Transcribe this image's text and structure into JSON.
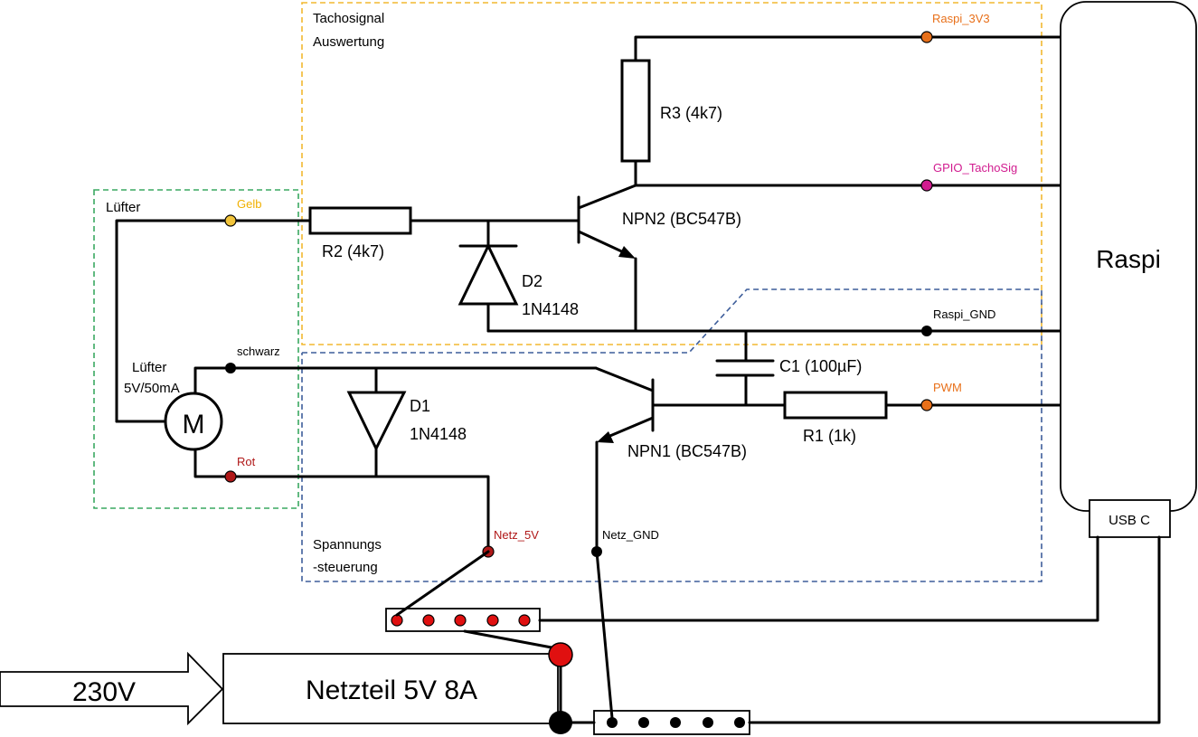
{
  "colors": {
    "yellow_box": "#f2b830",
    "green_box": "#3aa860",
    "blue_box": "#3d5d9a",
    "orange_pin": "#e8701a",
    "magenta_pin": "#d11b8f",
    "red_pin": "#b01818",
    "gelb_text": "#f0b000",
    "red_dot": "#e01010"
  },
  "regions": {
    "tacho_title_line1": "Tachosignal",
    "tacho_title_line2": "Auswertung",
    "luefter_title": "Lüfter",
    "spannung_line1": "Spannungs",
    "spannung_line2": "-steuerung"
  },
  "pins": {
    "raspi_3v3": "Raspi_3V3",
    "gpio_tacho": "GPIO_TachoSig",
    "raspi_gnd": "Raspi_GND",
    "pwm": "PWM",
    "gelb": "Gelb",
    "schwarz": "schwarz",
    "rot": "Rot",
    "netz_5v": "Netz_5V",
    "netz_gnd": "Netz_GND"
  },
  "components": {
    "r3": "R3 (4k7)",
    "r2": "R2 (4k7)",
    "r1": "R1 (1k)",
    "npn2": "NPN2 (BC547B)",
    "npn1": "NPN1 (BC547B)",
    "d2_name": "D2",
    "d2_type": "1N4148",
    "d1_name": "D1",
    "d1_type": "1N4148",
    "c1": "C1 (100µF)",
    "motor_symbol": "M",
    "fan_line1": "Lüfter",
    "fan_line2": "5V/50mA"
  },
  "blocks": {
    "raspi": "Raspi",
    "usb_c": "USB C",
    "input_voltage": "230V",
    "psu": "Netzteil 5V 8A"
  }
}
